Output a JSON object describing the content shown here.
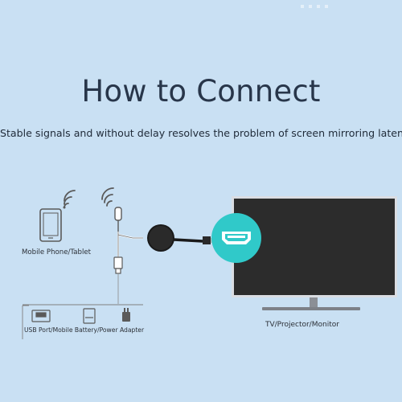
{
  "header": {
    "title": "How to Connect",
    "subtitle": "Stable signals and without delay resolves the problem of screen mirroring latency."
  },
  "devices": {
    "phone_label": "Mobile Phone/Tablet",
    "tv_label": "TV/Projector/Monitor",
    "power_label": "USB Port/Mobile Battery/Power Adapter"
  },
  "colors": {
    "background": "#c9e0f3",
    "hdmi_highlight": "#30c9c9",
    "screen": "#2c2c2c",
    "stroke": "#5a5a5a"
  },
  "icons": [
    "phone-icon",
    "wifi-icon",
    "antenna-icon",
    "dongle-icon",
    "hdmi-port-icon",
    "tv-icon",
    "usb-port-icon",
    "battery-icon",
    "power-adapter-icon"
  ]
}
